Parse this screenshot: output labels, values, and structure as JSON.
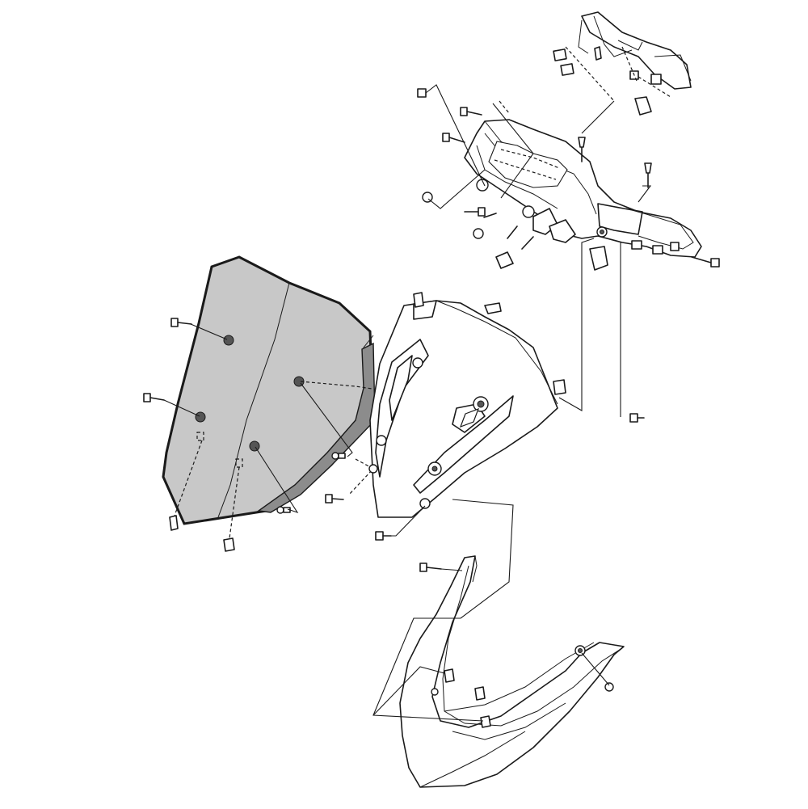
{
  "diagram": {
    "colors": {
      "line": "#1a1a1a",
      "background": "#ffffff",
      "windscreen_fill": "#c8c8c8",
      "windscreen_edge": "#9a9a9a"
    },
    "parts": [
      "windscreen",
      "front-cowl-inner-panel",
      "meter-bracket-assembly",
      "headlight-lower-cover",
      "mounting-stay",
      "screw",
      "bolt",
      "collar",
      "nut-clip",
      "grommet"
    ]
  }
}
